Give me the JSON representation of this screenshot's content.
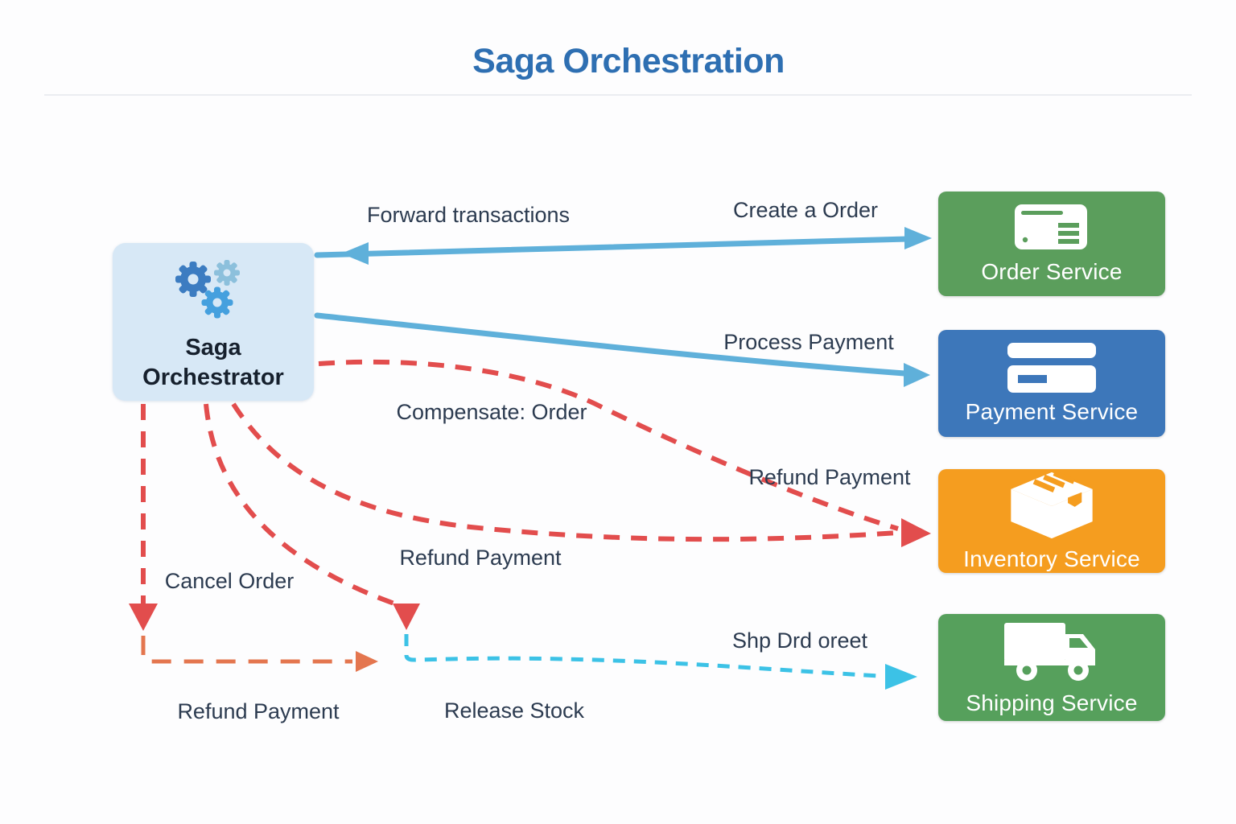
{
  "title": "Saga Orchestration",
  "colors": {
    "background": "#fdfdfe",
    "title_blue": "#2e6fb2",
    "orchestrator_bg": "#d7e8f6",
    "orchestrator_text": "#16202d",
    "label_text": "#2c3b50",
    "arrow_blue": "#5fb0da",
    "arrow_red": "#e24d4d",
    "arrow_orange": "#e4764f",
    "arrow_cyan": "#3cc2e6",
    "service_order_green": "#5b9e5c",
    "service_payment_blue": "#3d77ba",
    "service_inventory_orange": "#f59d1f",
    "service_shipping_green": "#56a05c",
    "gear_dark_blue": "#3c7cc1",
    "gear_light_blue": "#8cc0dc",
    "gear_mid_blue": "#45a0de"
  },
  "orchestrator": {
    "line1": "Saga",
    "line2": "Orchestrator",
    "icon": "gears-icon"
  },
  "services": [
    {
      "id": "order-service",
      "label": "Order Service",
      "icon": "receipt-icon"
    },
    {
      "id": "payment-service",
      "label": "Payment Service",
      "icon": "credit-card-icon"
    },
    {
      "id": "inventory-service",
      "label": "Inventory Service",
      "icon": "package-icon"
    },
    {
      "id": "shipping-service",
      "label": "Shipping Service",
      "icon": "truck-icon"
    }
  ],
  "edges": [
    {
      "id": "forward-transactions",
      "from": "order-service",
      "to": "saga-orchestrator",
      "style": "solid",
      "direction": "both",
      "label": "Forward transactions"
    },
    {
      "id": "create-order",
      "from": "saga-orchestrator",
      "to": "order-service",
      "style": "solid",
      "direction": "forward",
      "label": "Create a Order"
    },
    {
      "id": "process-payment",
      "from": "saga-orchestrator",
      "to": "payment-service",
      "style": "solid",
      "direction": "forward",
      "label": "Process Payment"
    },
    {
      "id": "compensate-order",
      "from": "saga-orchestrator",
      "to": "inventory-service",
      "style": "dashed",
      "direction": "forward",
      "label": "Compensate: Order"
    },
    {
      "id": "refund-payment-inventory",
      "from": "saga-orchestrator",
      "to": "inventory-service",
      "style": "dashed",
      "direction": "forward",
      "label": "Refund Payment"
    },
    {
      "id": "cancel-order",
      "from": "saga-orchestrator",
      "to": "cancel-branch",
      "style": "dashed",
      "direction": "down",
      "label": "Cancel Order"
    },
    {
      "id": "refund-payment-mid",
      "from": "saga-orchestrator",
      "to": "release-branch",
      "style": "dashed",
      "direction": "down",
      "label": "Refund Payment"
    },
    {
      "id": "refund-payment-bottom",
      "from": "cancel-branch",
      "to": "right",
      "style": "dashed",
      "direction": "forward",
      "label": "Refund Payment"
    },
    {
      "id": "release-stock",
      "from": "release-branch",
      "to": "shipping-service",
      "style": "dashed",
      "direction": "forward",
      "label": "Release Stock"
    },
    {
      "id": "ship-order",
      "from": "release-branch",
      "to": "shipping-service",
      "style": "dashed",
      "direction": "forward",
      "label": "Shp Drd oreet"
    }
  ]
}
